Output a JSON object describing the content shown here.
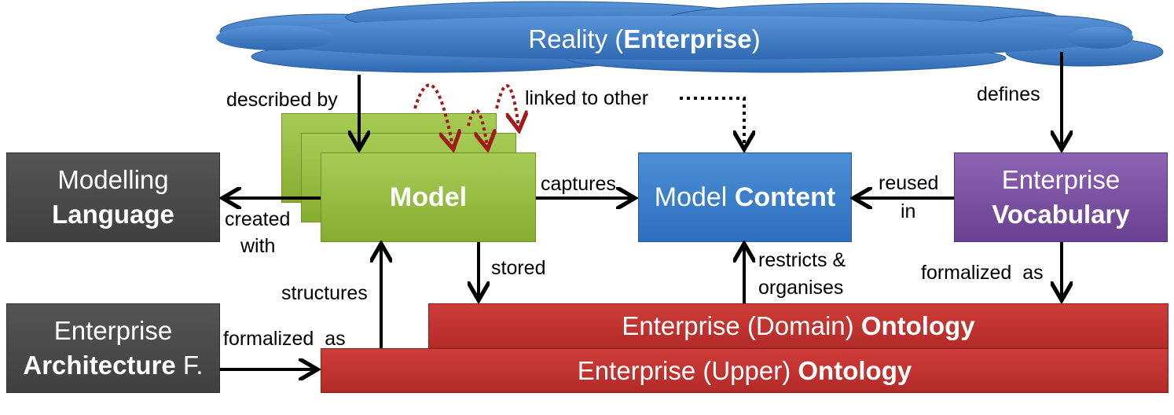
{
  "reality": {
    "text": "Reality (",
    "bold": "Enterprise",
    "close": ")"
  },
  "modelling_language": {
    "line1": "Modelling",
    "line2": "Language"
  },
  "model": {
    "label": "Model"
  },
  "model_content": {
    "text": "Model ",
    "bold": "Content"
  },
  "vocabulary": {
    "line1": "Enterprise",
    "line2": "Vocabulary"
  },
  "eaf": {
    "line1": "Enterprise",
    "bold": "Architecture",
    "suffix": " F."
  },
  "domain_ontology": {
    "text": "Enterprise (Domain) ",
    "bold": "Ontology"
  },
  "upper_ontology": {
    "text": "Enterprise (Upper) ",
    "bold": "Ontology"
  },
  "labels": {
    "described_by": "described by",
    "linked_to_other": "linked to other",
    "defines": "defines",
    "captures": "captures",
    "reused": "reused",
    "in": "in",
    "created": "created",
    "with": "with",
    "stored": "stored",
    "restricts": "restricts &",
    "organises": "organises",
    "formalized_as_right": "formalized  as",
    "structures": "structures",
    "formalized_as_left": "formalized  as"
  },
  "colors": {
    "cloud": "#3a78c4",
    "dark_box": "#4a4a4a",
    "model_green": "#93bc40",
    "content_blue": "#3a7dc8",
    "vocabulary_purple": "#7a52a3",
    "ontology_red": "#c0312e",
    "link_arrow": "#a01c1c"
  }
}
